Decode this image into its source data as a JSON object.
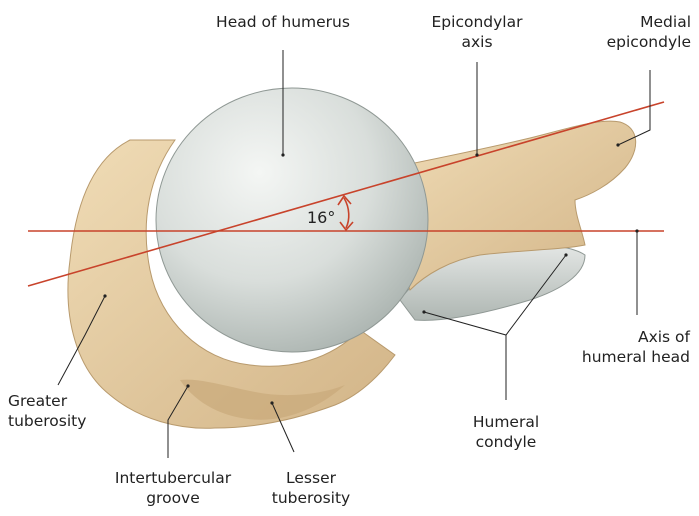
{
  "labels": {
    "head_of_humerus": "Head of humerus",
    "epicondylar_axis": [
      "Epicondylar",
      "axis"
    ],
    "medial_epicondyle": [
      "Medial",
      "epicondyle"
    ],
    "angle": "16°",
    "axis_of_humeral_head": [
      "Axis of",
      "humeral head"
    ],
    "greater_tuberosity": [
      "Greater",
      "tuberosity"
    ],
    "humeral_condyle": [
      "Humeral",
      "condyle"
    ],
    "intertubercular_groove": [
      "Intertubercular",
      "groove"
    ],
    "lesser_tuberosity": [
      "Lesser",
      "tuberosity"
    ]
  },
  "colors": {
    "axis_line": "#c8432b",
    "bone": "#e6cfa6",
    "bone_shadow": "#c9a97a",
    "head": "#dfe3e0",
    "leader": "#222222"
  }
}
